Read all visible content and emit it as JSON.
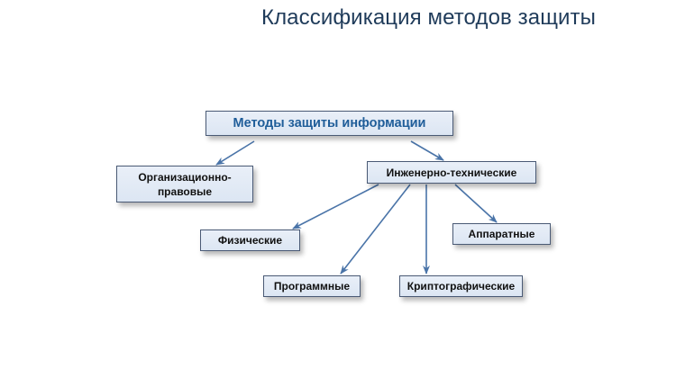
{
  "slide": {
    "title": "Классификация методов защиты"
  },
  "diagram": {
    "root": {
      "label": "Методы защиты информации"
    },
    "level1": [
      {
        "label_line1": "Организационно-",
        "label_line2": "правовые"
      },
      {
        "label": "Инженерно-технические"
      }
    ],
    "level2": [
      {
        "label": "Физические"
      },
      {
        "label": "Аппаратные"
      },
      {
        "label": "Программные"
      },
      {
        "label": "Криптографические"
      }
    ],
    "edges": [
      {
        "from": "Методы защиты информации",
        "to": "Организационно-правовые"
      },
      {
        "from": "Методы защиты информации",
        "to": "Инженерно-технические"
      },
      {
        "from": "Инженерно-технические",
        "to": "Физические"
      },
      {
        "from": "Инженерно-технические",
        "to": "Программные"
      },
      {
        "from": "Инженерно-технические",
        "to": "Криптографические"
      },
      {
        "from": "Инженерно-технические",
        "to": "Аппаратные"
      }
    ],
    "colors": {
      "title": "#1f3b5a",
      "root_text": "#1f5d99",
      "node_fill": "#e3ebf6",
      "node_border": "#4a5a75",
      "arrow": "#4a74a8"
    }
  }
}
